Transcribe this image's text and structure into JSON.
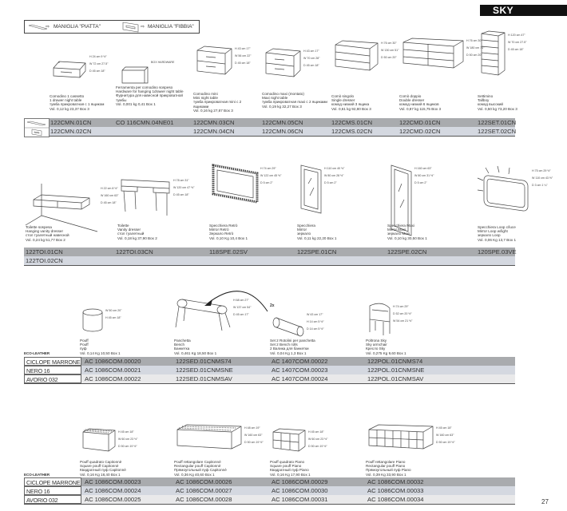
{
  "brand_badge": "SKY",
  "page_number": "27",
  "legend": {
    "flat_handle_label": "MANIGLIA \"PIATTA\"",
    "buckle_handle_label": "MANIGLIA \"FIBBIA\""
  },
  "section1": {
    "products": [
      {
        "shape": "nightstand-1drawer-icon",
        "caption": [
          "Comodino 1 cassetto",
          "1 drawer night table",
          "тумба прикроватная с 1 ящиком",
          "Vol. 0,12  kg 23,37  Box 3"
        ],
        "dims": [
          "H 24 cm 9 ½\"",
          "W 72 cm 27.5\"",
          "D 45 cm 18\""
        ]
      },
      {
        "shape": "hardware-box-icon",
        "caption": [
          "Ferramenta per comodino sospeso",
          "Hardware for hanging 1drawer night table",
          "Фурнитура для навесной прикроватной",
          "тумбы",
          "Vol. 0,001  kg 0,41  Box 1"
        ],
        "dims": [
          "BOX HARDWARE"
        ]
      },
      {
        "shape": "nightstand-2drawer-icon",
        "caption": [
          "Comodino mini",
          "Mini night table",
          "тумба прикроватная mini с 2 ящиками",
          "Vol. 0,16  kg 27,87  Box 3"
        ],
        "dims": [
          "H 43 cm 17\"",
          "W 56 cm 22\"",
          "D 45 cm 18\""
        ]
      },
      {
        "shape": "nightstand-2drawer-icon",
        "caption": [
          "Comodino maxi (montato)",
          "Maxi night table",
          "тумба прикроватная maxi с 2 ящиками",
          "Vol. 0,19  kg 32,27  Box 3"
        ],
        "dims": [
          "H 43 cm 17\"",
          "W 70 cm 28\"",
          "D 45 cm 18\""
        ]
      },
      {
        "shape": "single-dresser-icon",
        "caption": [
          "Comò singolo",
          "Single dresser",
          "комод низкий 3 ящика",
          "Vol. 0,61  kg 92,80  Box 3"
        ],
        "dims": [
          "H 76 cm 30\"",
          "W 130 cm 51\"",
          "D 50 cm 20\""
        ]
      },
      {
        "shape": "double-dresser-icon",
        "caption": [
          "Comò doppio",
          "Double dresser",
          "комод низкий 6  ящиков",
          "Vol. 0,87  kg 115,75  Box 3"
        ],
        "dims": [
          "H 76 cm 30\"",
          "W 180 cm 71\"",
          "D 50 cm 20\""
        ]
      },
      {
        "shape": "tallboy-icon",
        "caption": [
          "Settimino",
          "Tallboy",
          "комод высокий",
          "Vol. 0,50  kg 73,20  Box 3"
        ],
        "dims": [
          "H 120 cm 47\"",
          "W 70 cm 27.5\"",
          "D 45 cm 18\""
        ]
      }
    ],
    "rows": [
      [
        "122CMN.01CN",
        "CO 116CMN.04NE01",
        "122CMN.03CN",
        "122CMN.05CN",
        "122CMS.01CN",
        "122CMD.01CN",
        "122SET.01CN"
      ],
      [
        "122CMN.02CN",
        "",
        "122CMN.04CN",
        "122CMN.06CN",
        "122CMS.02CN",
        "122CMD.02CN",
        "122SET.02CN"
      ]
    ]
  },
  "section2": {
    "products": [
      {
        "shape": "hanging-vanity-icon",
        "caption": [
          "Toilette sospesa",
          "Hanging vanity dresser",
          "стол туалетный навесной",
          "Vol. 0,24  kg 51,77  Box 2"
        ],
        "dims": [
          "H 22 cm 8 ½\"",
          "W 160 cm 63\"",
          "D 45 cm 18\""
        ]
      },
      {
        "shape": "vanity-icon",
        "caption": [
          "Toilette",
          "Vanity dresser",
          "стол туалетный",
          "Vol. 0,18  kg 37,90  Box 2"
        ],
        "dims": [
          "H 78 cm 31\"",
          "W 120 cm 47 ½\"",
          "D 45 cm 18\""
        ]
      },
      {
        "shape": "ornate-mirror-icon",
        "caption": [
          "Specchiera Retrò",
          "Mirror Retrò",
          "Зеркало Retrò",
          "Vol. 0,10  Kg 10,4  Box 1"
        ],
        "dims": [
          "H 74 cm 29\"",
          "W 122 cm 45 ½\"",
          "D 5 cm 2\""
        ]
      },
      {
        "shape": "mirror-icon",
        "caption": [
          "Specchiera",
          "Mirror",
          "зеркало",
          "Vol. 0,11  kg 22,20  Box 1"
        ],
        "dims": [
          "H 110 cm 40 ½\"",
          "W 80 cm 28 ½\"",
          "D 5 cm 2\""
        ]
      },
      {
        "shape": "tall-mirror-icon",
        "caption": [
          "Specchiera Maxi",
          "Mirror Maxi",
          "зеркало Maxi",
          "Vol. 0,10  kg 30,50  Box 1"
        ],
        "dims": [
          "H 160 cm 63\"",
          "W 80 cm 31 ½\"",
          "D 5 cm 2\""
        ]
      },
      {
        "shape": "lit-mirror-icon",
        "caption": [
          "Specchiera Loop c/luce",
          "Mirror Loop w/light",
          "зеркало Loop",
          "Vol. 0,06  Kg 13,7  Box 1"
        ],
        "dims": [
          "H 75 cm 29 ½\"",
          "W 110 cm 43 ½\"",
          "D 3 cm 1 ¼\""
        ]
      }
    ],
    "rows": [
      [
        "122TOI.01CN",
        "122TOI.03CN",
        "118SPE.02SV",
        "122SPE.01CN",
        "122SPE.02CN",
        "120SPE.03VE"
      ],
      [
        "122TOI.02CN",
        "",
        "",
        "",
        "",
        ""
      ]
    ]
  },
  "section3": {
    "material_label": "ECO-LEATHER",
    "multiplier_label": "2x",
    "products": [
      {
        "shape": "round-pouf-icon",
        "caption": [
          "Pouff",
          "Pouff",
          "пуф",
          "Vol. 0,14  Kg 10,50  Box 1"
        ],
        "dims": [
          "W 50 cm 20\"",
          "H 45 cm 18\""
        ]
      },
      {
        "shape": "bench-icon",
        "caption": [
          "Panchetta",
          "Bench",
          "Банкетка",
          "Vol. 0,461  Kg 18,50  Box 1"
        ],
        "dims": [
          "H 68 cm 27\"",
          "W 137 cm 54\"",
          "D 45 cm 17\""
        ]
      },
      {
        "shape": "bench-rolls-icon",
        "caption": [
          "Set 2 Rotolini per panchetta",
          "Set 2 Bench rolls",
          "2 Валика для банкетки",
          "Vol. 0,04  Kg 1,3  Box 1"
        ],
        "dims": [
          "W 43 cm 17\"",
          "H 14 cm 5 ½\"",
          "D 14 cm 5 ½\""
        ]
      },
      {
        "shape": "armchair-icon",
        "caption": [
          "Poltrona Sky",
          "Sky armchair",
          "Кресло Sky",
          "Vol. 0,275  Kg 9,60  Box 1"
        ],
        "dims": [
          "H 74 cm 29\"",
          "D 52 cm 20 ½\"",
          "W 54 cm 21 ½\""
        ]
      }
    ],
    "rows": [
      {
        "label": "CICLOPE MARRONE",
        "codes": [
          "AC 1086COM.00020",
          "122SED.01CNMS74",
          "AC 1407COM.00022",
          "122POL.01CNMS74"
        ]
      },
      {
        "label": "NERO 16",
        "codes": [
          "AC 1086COM.00021",
          "122SED.01CNMSNE",
          "AC 1407COM.00023",
          "122POL.01CNMSNE"
        ]
      },
      {
        "label": "AVORIO 032",
        "codes": [
          "AC 1086COM.00022",
          "122SED.01CNMSAV",
          "AC 1407COM.00024",
          "122POL.01CNMSAV"
        ]
      }
    ]
  },
  "section4": {
    "material_label": "ECO-LEATHER",
    "products": [
      {
        "shape": "square-pouf-capitonne-icon",
        "caption": [
          "Pouff quadrato Capitonnè",
          "Square pouff Capitonnè",
          "Квадратный пуф Capitonnè",
          "Vol. 0,16  Kg 18,40  Box 1"
        ],
        "dims": [
          "H 45 cm 18\"",
          "W 60 cm 23 ½\"",
          "D 50 cm 19 ½\""
        ]
      },
      {
        "shape": "rect-pouf-capitonne-icon",
        "caption": [
          "Pouff rettangolare Capitonnè",
          "Rectangular pouff Capitonnè",
          "Прямоугольный пуф Capitonnè",
          "Vol. 0,36  Kg 40,60  Box 1"
        ],
        "dims": [
          "H 48 cm 19\"",
          "W 160 cm 63\"",
          "D 50 cm 19 ½\""
        ]
      },
      {
        "shape": "square-pouf-piano-icon",
        "caption": [
          "Pouff quadrato Piano",
          "Square pouff Piano",
          "Квадратный пуф Piano",
          "Vol. 0,16  Kg 17,90  Box 1"
        ],
        "dims": [
          "H 45 cm 18\"",
          "W 60 cm 23 ½\"",
          "D 50 cm 19 ½\""
        ]
      },
      {
        "shape": "rect-pouf-piano-icon",
        "caption": [
          "Pouff rettangolare Piano",
          "Rectangular pouff Piano",
          "Прямоугольный пуф Piano",
          "Vol. 0,39  Kg 33,90  Box 1"
        ],
        "dims": [
          "H 45 cm 18\"",
          "W 160 cm 63\"",
          "D 50 cm 19 ½\""
        ]
      }
    ],
    "rows": [
      {
        "label": "CICLOPE MARRONE",
        "codes": [
          "AC 1086COM.00023",
          "AC 1086COM.00026",
          "AC 1086COM.00029",
          "AC 1086COM.00032"
        ]
      },
      {
        "label": "NERO 16",
        "codes": [
          "AC 1086COM.00024",
          "AC 1086COM.00027",
          "AC 1086COM.00030",
          "AC 1086COM.00033"
        ]
      },
      {
        "label": "AVORIO 032",
        "codes": [
          "AC 1086COM.00025",
          "AC 1086COM.00028",
          "AC 1086COM.00031",
          "AC 1086COM.00034"
        ]
      }
    ]
  }
}
